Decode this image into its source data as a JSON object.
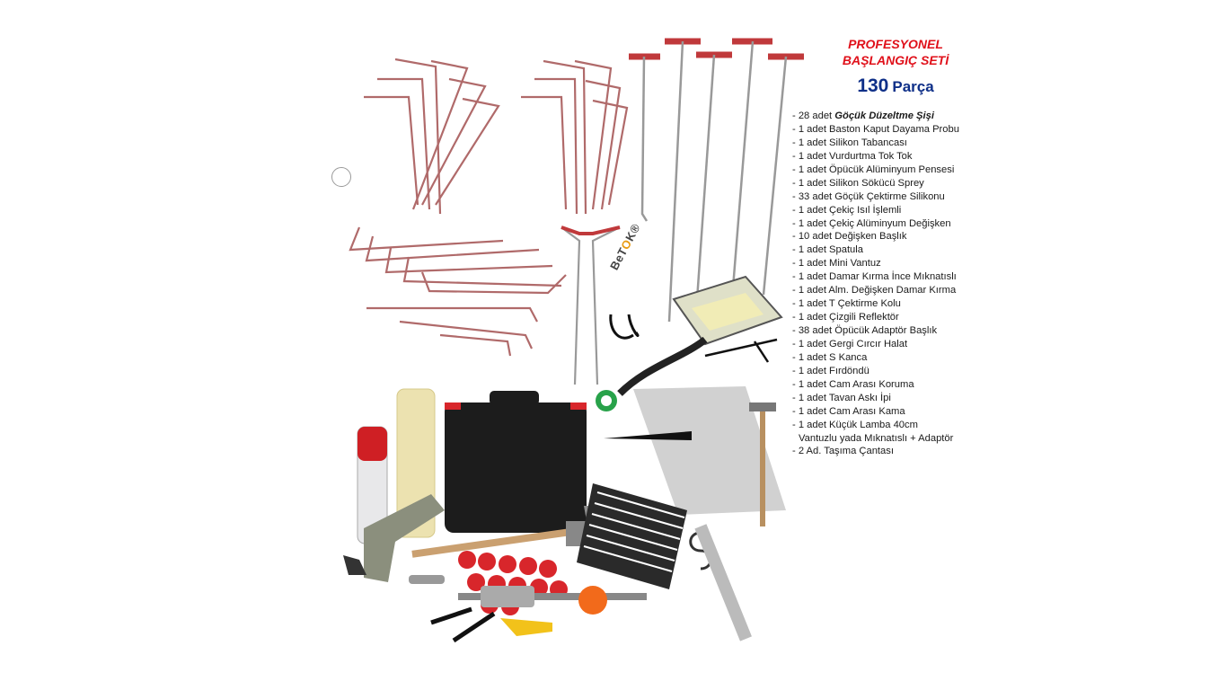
{
  "header": {
    "title_line1": "PROFESYONEL",
    "title_line2": "BAŞLANGIÇ SETİ",
    "count_number": "130",
    "count_unit": "Parça"
  },
  "brand": {
    "prefix": "BeT",
    "o": "O",
    "suffix": "K",
    "mark": "®"
  },
  "contents": {
    "first_prefix": "- 28 adet ",
    "first_bold": "Göçük Düzeltme Şişi",
    "items": [
      "- 1 adet Baston Kaput Dayama Probu",
      "- 1 adet Silikon Tabancası",
      "- 1 adet Vurdurtma Tok Tok",
      "- 1 adet Öpücük Alüminyum Pensesi",
      "- 1 adet Silikon Sökücü Sprey",
      "- 33 adet Göçük Çektirme Silikonu",
      "- 1 adet Çekiç Isıl İşlemli",
      "- 1 adet Çekiç Alüminyum Değişken",
      "- 10 adet Değişken Başlık",
      "- 1 adet Spatula",
      "- 1 adet Mini Vantuz",
      "- 1 adet Damar Kırma İnce Mıknatıslı",
      "- 1 adet Alm. Değişken Damar Kırma",
      "- 1 adet T Çektirme Kolu",
      "- 1 adet Çizgili Reflektör",
      "- 38 adet Öpücük Adaptör Başlık",
      "- 1 adet Gergi Cırcır Halat",
      "- 1 adet S Kanca",
      "- 1 adet Fırdöndü",
      "- 1 adet Cam Arası Koruma",
      "- 1 adet Tavan Askı İpi",
      "- 1 adet Cam Arası Kama",
      "- 1 adet Küçük Lamba 40cm"
    ],
    "continuation": "Vantuzlu yada Mıknatıslı + Adaptör",
    "last": "- 2 Ad. Taşıma Çantası"
  },
  "colors": {
    "title_red": "#e0101a",
    "count_blue": "#0e2f88",
    "rod_red": "#c0393b",
    "case_black": "#1c1c1c",
    "glue_yellow": "#ece2b0",
    "tab_red": "#d8262b"
  },
  "icons": {
    "zoom_cursor": "magnifier-circle-icon"
  }
}
